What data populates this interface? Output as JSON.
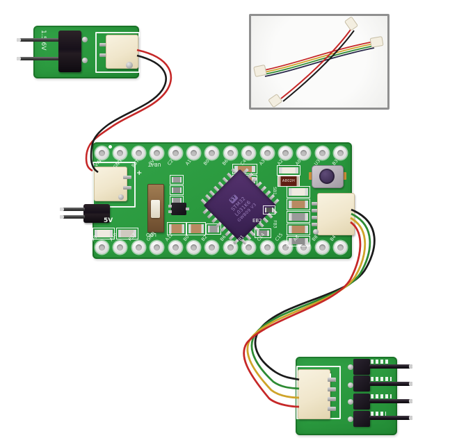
{
  "colors": {
    "pcb": "#2b9a3f",
    "chip_body": "#46295f",
    "jst_connector": "#f0e6cb",
    "wire_red": "#c62828",
    "wire_black": "#1b1b1b",
    "wire_green": "#2e8b33",
    "wire_yellow": "#cfa42a",
    "wire_navy": "#2a2a4a",
    "inset_border": "#8f8f8f"
  },
  "battery_board": {
    "voltage_label": "1.5-6V"
  },
  "main_board": {
    "top_pins": [
      "VIN",
      "GND",
      "RST",
      "3V",
      "C2",
      "A1",
      "B0",
      "B6",
      "C4",
      "A3",
      "A2",
      "A0",
      "U3",
      "B3"
    ],
    "bottom_pins": [
      "A9",
      "A10",
      "RST",
      "GND",
      "A12",
      "B0",
      "B2",
      "B6",
      "B1",
      "C14",
      "C15",
      "A8",
      "B8",
      "B4"
    ],
    "switch_label_top": "UBAT",
    "switch_label_bottom": "LDO",
    "supply_label": "5V",
    "polarity_label": "+",
    "jumpers": {
      "sb1": "SB1",
      "eb2": "EB2",
      "fb3": "FB3"
    },
    "fuse_marking": "A802H",
    "chip": {
      "logo": "ST",
      "lines": [
        "STM32",
        "L031K6",
        "GWB09 V3"
      ]
    }
  },
  "wires": {
    "battery_cable": {
      "colors": [
        "#c62828",
        "#1b1b1b"
      ]
    },
    "data_cable": {
      "colors": [
        "#1b1b1b",
        "#2e8b33",
        "#cfa42a",
        "#c62828"
      ]
    }
  },
  "inset": {
    "cable_4wire_colors": [
      "#c62828",
      "#cfa42a",
      "#2e8b33",
      "#2a2a4a"
    ],
    "cable_2wire_colors": [
      "#c62828",
      "#1b1b1b"
    ]
  }
}
